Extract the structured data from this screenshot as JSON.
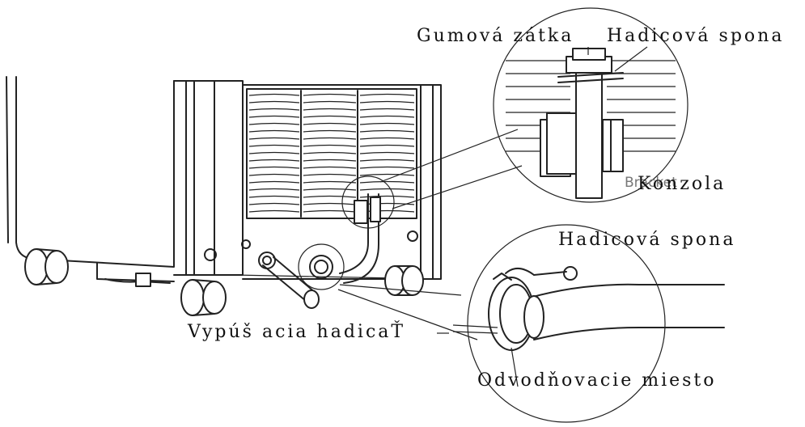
{
  "labels": {
    "rubber_plug": "Gumová zátka",
    "hose_clamp_top": "Hadicová spona",
    "bracket_ghost": "Bracket",
    "bracket": "Konzola",
    "hose_clamp_bottom": "Hadicová spona",
    "drain_hose": "Vypúš acia hadicaŤ",
    "drain_point": "Odvodňovacie miesto"
  }
}
